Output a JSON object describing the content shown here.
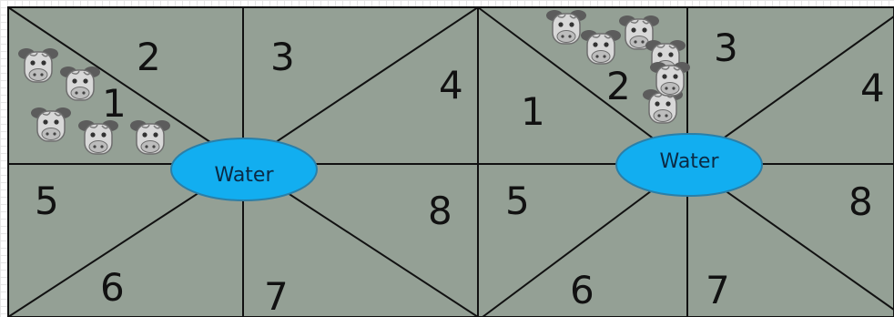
{
  "colors": {
    "paddock_fill": "#94a095",
    "fence": "#111111",
    "water_fill": "#12aef0",
    "water_text": "#0b2a44",
    "cow_body": "#d8d8d8",
    "cow_spots": "#5c5c5c"
  },
  "icon": "cow-head-icon",
  "paddocks": [
    {
      "water_label": "Water",
      "cow_count": 5,
      "section_labels": [
        "1",
        "2",
        "3",
        "4",
        "5",
        "6",
        "7",
        "8"
      ]
    },
    {
      "water_label": "Water",
      "cow_count": 6,
      "section_labels": [
        "1",
        "2",
        "3",
        "4",
        "5",
        "6",
        "7",
        "8"
      ]
    }
  ]
}
